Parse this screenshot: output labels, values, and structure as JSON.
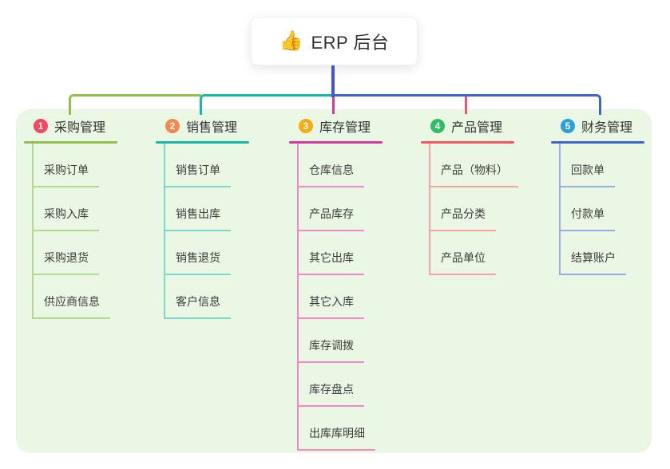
{
  "root": {
    "emoji": "👍",
    "title": "ERP 后台",
    "stem_color": "#4356d2"
  },
  "panel_bg": "#ebf7e5",
  "columns": [
    {
      "id": "purchase",
      "number": "1",
      "title": "采购管理",
      "badge_color": "#f4485d",
      "line_color": "#8fc24b",
      "light_color": "#b3d98e",
      "items": [
        "采购订单",
        "采购入库",
        "采购退货",
        "供应商信息"
      ]
    },
    {
      "id": "sales",
      "number": "2",
      "title": "销售管理",
      "badge_color": "#f8874e",
      "line_color": "#18b8a8",
      "light_color": "#7fd6ca",
      "items": [
        "销售订单",
        "销售出库",
        "销售退货",
        "客户信息"
      ]
    },
    {
      "id": "inventory",
      "number": "3",
      "title": "库存管理",
      "badge_color": "#f6ac12",
      "line_color": "#d6399e",
      "light_color": "#ef8ac5",
      "items": [
        "仓库信息",
        "产品库存",
        "其它出库",
        "其它入库",
        "库存调拨",
        "库存盘点",
        "出库库明细"
      ]
    },
    {
      "id": "product",
      "number": "4",
      "title": "产品管理",
      "badge_color": "#2fbe66",
      "line_color": "#f4575f",
      "light_color": "#f9a2a6",
      "items": [
        "产品（物料）",
        "产品分类",
        "产品单位"
      ]
    },
    {
      "id": "finance",
      "number": "5",
      "title": "财务管理",
      "badge_color": "#2aa1dc",
      "line_color": "#3e63cc",
      "light_color": "#97ade4",
      "items": [
        "回款单",
        "付款单",
        "结算账户"
      ]
    }
  ]
}
